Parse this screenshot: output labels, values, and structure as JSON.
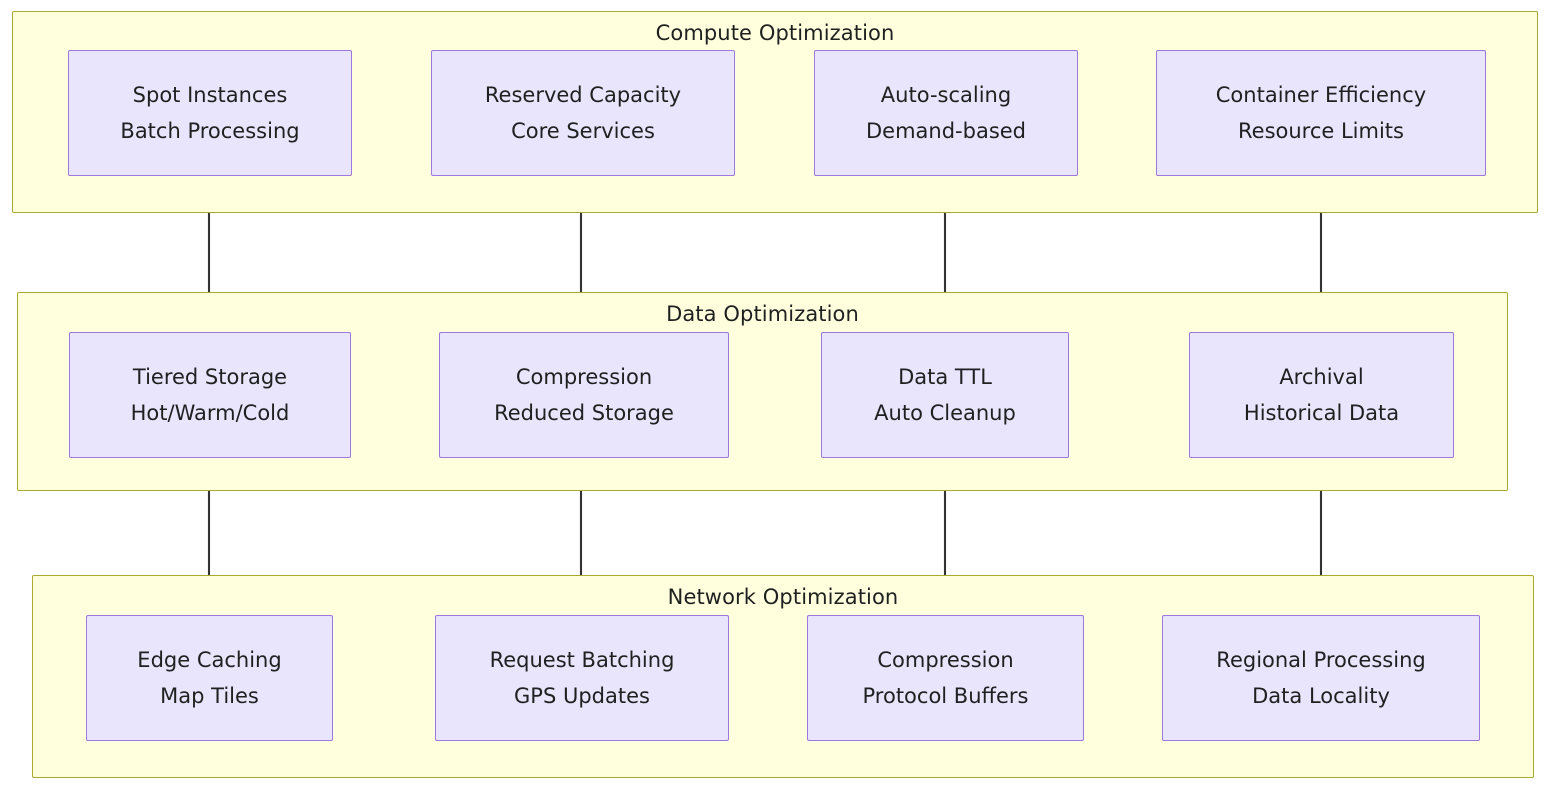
{
  "diagram": {
    "title_visible": false,
    "background_color": "#ffffff",
    "subgraph_fill": "#ffffde",
    "subgraph_stroke": "#aaaa33",
    "node_fill": "#e8e5fc",
    "node_stroke": "#9d78de",
    "text_color": "#1f2020",
    "edge_color": "#333333"
  },
  "subgraphs": [
    {
      "id": "compute-optimization",
      "label": "Compute Optimization",
      "nodes": [
        {
          "id": "spot-instances",
          "line1": "Spot Instances",
          "line2": "Batch Processing"
        },
        {
          "id": "reserved-capacity",
          "line1": "Reserved Capacity",
          "line2": "Core Services"
        },
        {
          "id": "auto-scaling",
          "line1": "Auto-scaling",
          "line2": "Demand-based"
        },
        {
          "id": "container-efficiency",
          "line1": "Container Efficiency",
          "line2": "Resource Limits"
        }
      ]
    },
    {
      "id": "data-optimization",
      "label": "Data Optimization",
      "nodes": [
        {
          "id": "tiered-storage",
          "line1": "Tiered Storage",
          "line2": "Hot/Warm/Cold"
        },
        {
          "id": "compression-data",
          "line1": "Compression",
          "line2": "Reduced Storage"
        },
        {
          "id": "data-ttl",
          "line1": "Data TTL",
          "line2": "Auto Cleanup"
        },
        {
          "id": "archival",
          "line1": "Archival",
          "line2": "Historical Data"
        }
      ]
    },
    {
      "id": "network-optimization",
      "label": "Network Optimization",
      "nodes": [
        {
          "id": "edge-caching",
          "line1": "Edge Caching",
          "line2": "Map Tiles"
        },
        {
          "id": "request-batching",
          "line1": "Request Batching",
          "line2": "GPS Updates"
        },
        {
          "id": "compression-network",
          "line1": "Compression",
          "line2": "Protocol Buffers"
        },
        {
          "id": "regional-processing",
          "line1": "Regional Processing",
          "line2": "Data Locality"
        }
      ]
    }
  ],
  "edges": [
    {
      "from": "spot-instances",
      "to": "tiered-storage",
      "label": ""
    },
    {
      "from": "reserved-capacity",
      "to": "compression-data",
      "label": ""
    },
    {
      "from": "auto-scaling",
      "to": "data-ttl",
      "label": ""
    },
    {
      "from": "container-efficiency",
      "to": "archival",
      "label": ""
    },
    {
      "from": "tiered-storage",
      "to": "edge-caching",
      "label": ""
    },
    {
      "from": "compression-data",
      "to": "request-batching",
      "label": ""
    },
    {
      "from": "data-ttl",
      "to": "compression-network",
      "label": ""
    },
    {
      "from": "archival",
      "to": "regional-processing",
      "label": ""
    }
  ]
}
